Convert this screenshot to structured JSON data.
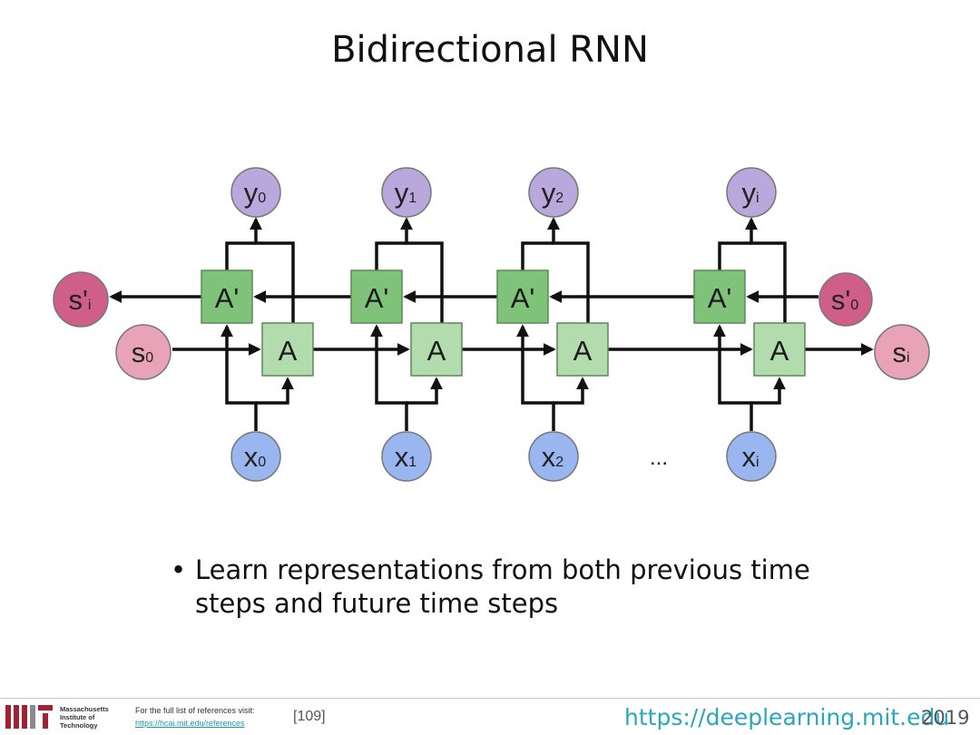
{
  "slide": {
    "title": "Bidirectional RNN",
    "bullet": "Learn representations from both previous time steps and future time steps"
  },
  "diagram": {
    "forward_cell_label": "A",
    "backward_cell_label": "A'",
    "ellipsis": "...",
    "columns": [
      {
        "input": {
          "base": "x",
          "sub": "0"
        },
        "output": {
          "base": "y",
          "sub": "0"
        }
      },
      {
        "input": {
          "base": "x",
          "sub": "1"
        },
        "output": {
          "base": "y",
          "sub": "1"
        }
      },
      {
        "input": {
          "base": "x",
          "sub": "2"
        },
        "output": {
          "base": "y",
          "sub": "2"
        }
      },
      {
        "input": {
          "base": "x",
          "sub": "i"
        },
        "output": {
          "base": "y",
          "sub": "i"
        }
      }
    ],
    "states": {
      "backward_out": {
        "base": "s'",
        "sub": "i"
      },
      "backward_in": {
        "base": "s'",
        "sub": "0"
      },
      "forward_in": {
        "base": "s",
        "sub": "0"
      },
      "forward_out": {
        "base": "s",
        "sub": "i"
      }
    },
    "colors": {
      "input_node": "#9ab6f0",
      "output_node": "#b8a8dc",
      "state_dark": "#cf5f88",
      "state_light": "#e8a3b8",
      "cell_forward": "#b3dcae",
      "cell_backward": "#7fc27a",
      "cell_border": "#5a8a55",
      "edge": "#111111"
    }
  },
  "footer": {
    "institution": [
      "Massachusetts",
      "Institute of",
      "Technology"
    ],
    "ref_note": "For the full list of references visit:",
    "ref_link": "https://hcai.mit.edu/references",
    "ref_number": "[109]",
    "url": "https://deeplearning.mit.edu",
    "year": "2019"
  }
}
